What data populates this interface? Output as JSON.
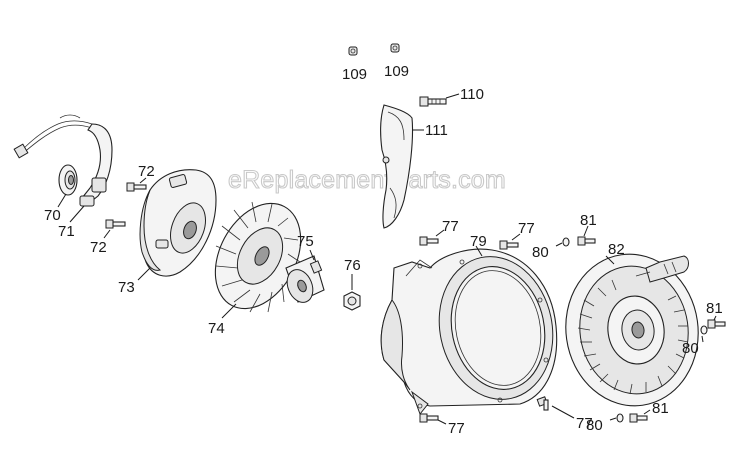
{
  "watermark": "eReplacementParts.com",
  "callouts": [
    {
      "id": "c109a",
      "text": "109"
    },
    {
      "id": "c109b",
      "text": "109"
    },
    {
      "id": "c110",
      "text": "110"
    },
    {
      "id": "c111",
      "text": "111"
    },
    {
      "id": "c70",
      "text": "70"
    },
    {
      "id": "c71",
      "text": "71"
    },
    {
      "id": "c72a",
      "text": "72"
    },
    {
      "id": "c72b",
      "text": "72"
    },
    {
      "id": "c73",
      "text": "73"
    },
    {
      "id": "c74",
      "text": "74"
    },
    {
      "id": "c75",
      "text": "75"
    },
    {
      "id": "c76",
      "text": "76"
    },
    {
      "id": "c77a",
      "text": "77"
    },
    {
      "id": "c77b",
      "text": "77"
    },
    {
      "id": "c77c",
      "text": "77"
    },
    {
      "id": "c77d",
      "text": "77"
    },
    {
      "id": "c79",
      "text": "79"
    },
    {
      "id": "c80a",
      "text": "80"
    },
    {
      "id": "c80b",
      "text": "80"
    },
    {
      "id": "c80c",
      "text": "80"
    },
    {
      "id": "c81a",
      "text": "81"
    },
    {
      "id": "c81b",
      "text": "81"
    },
    {
      "id": "c81c",
      "text": "81"
    },
    {
      "id": "c82",
      "text": "82"
    }
  ]
}
